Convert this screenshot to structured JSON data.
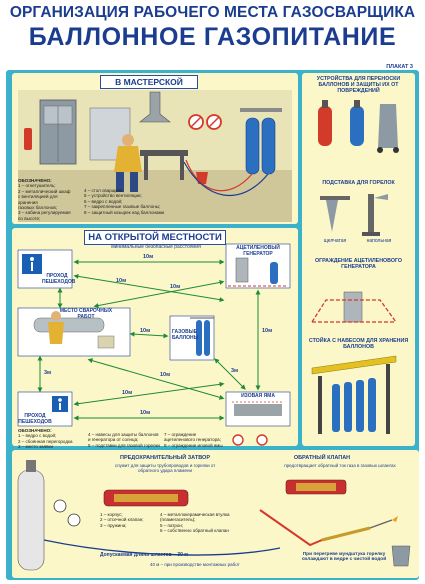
{
  "header": {
    "title_line1": "ОРГАНИЗАЦИЯ РАБОЧЕГО МЕСТА ГАЗОСВАРЩИКА",
    "title_line2": "БАЛЛОННОЕ ГАЗОПИТАНИЕ",
    "poster_number": "ПЛАКАТ 3"
  },
  "workshop": {
    "title": "В МАСТЕРСКОЙ",
    "notes_left": [
      "ОБОЗНАЧЕНО:",
      "1 – огнетушитель;",
      "2 – металлический шкаф",
      "с вентиляцией для",
      "хранения",
      "газовых баллонов;",
      "3 – кабина регулируемая",
      "по высоте;"
    ],
    "notes_right": [
      "4 – стол сварщика;",
      "5 – устройство вентиляции;",
      "6 – ведро с водой;",
      "7 – закрепленные газовые баллоны;",
      "8 – защитный козырек над баллонами"
    ]
  },
  "outdoor": {
    "title": "НА ОТКРЫТОЙ МЕСТНОСТИ",
    "subtitle": "минимальные безопасные расстояния",
    "labels": {
      "pedestrian_top": "ПРОХОД ПЕШЕХОДОВ",
      "generator": "АЦЕТИЛЕНОВЫЙ ГЕНЕРАТОР",
      "welding_place": "МЕСТО СВАРОЧНЫХ РАБОТ",
      "gas_cylinders": "ГАЗОВЫЕ БАЛЛОНЫ",
      "pedestrian_bottom": "ПРОХОД ПЕШЕХОДОВ",
      "pit": "ИЗОВАЯ ЯМА"
    },
    "distances": [
      "10м",
      "10м",
      "10м",
      "10м",
      "10м",
      "10м",
      "3м",
      "3м",
      "10м",
      "10м"
    ],
    "notes_col1": [
      "ОБОЗНАЧЕНО:",
      "1 – ведро с водой;",
      "2 – сбоянная перегородка",
      "3 – место заявки"
    ],
    "notes_col2": [
      "4 – навесы для защиты баллонов",
      "и генератора от солнца;",
      "5 – подставки для газовой горелки"
    ],
    "notes_col3": [
      "7 – ограждение",
      "ацетиленового генератора;",
      "8 – ограждение иловой ямы"
    ]
  },
  "sidebar": {
    "cap_title": "УСТРОЙСТВА ДЛЯ ПЕРЕНОСКИ БАЛЛОНОВ И ЗАЩИТЫ ИХ ОТ ПОВРЕЖДЕНИЙ",
    "stand_title": "ПОДСТАВКА ДЛЯ ГОРЕЛОК",
    "stand_wall": "щелчатая",
    "stand_floor": "напольная",
    "fence_title": "ОГРАЖДЕНИЕ АЦЕТИЛЕНОВОГО ГЕНЕРАТОРА",
    "rack_title": "СТОЙКА С НАВЕСОМ ДЛЯ ХРАНЕНИЯ БАЛЛОНОВ"
  },
  "bottom": {
    "valve_title": "ПРЕДОХРАНИТЕЛЬНЫЙ ЗАТВОР",
    "valve_sub": "служит для защиты трубопроводов и горелки от обратного удара пламени",
    "valve_parts_left": [
      "1 – корпус;",
      "2 – отсечной клапан;",
      "3 – пружина;"
    ],
    "valve_parts_right": [
      "4 – металлокерамическая втулка",
      "(пламегаситель);",
      "5 – патрон;",
      "6 – собственно обратный клапан"
    ],
    "check_title": "ОБРАТНЫЙ КЛАПАН",
    "check_sub": "предотвращает обратный ток газа в газовых шлангах",
    "hose_length": "Допускаемая длина шлангов – 30 м",
    "distance_note": "40 м – при производстве монтажных работ",
    "cooling_note": "При перегреве мундштука горелку охлаждают в ведре с чистой водой"
  },
  "colors": {
    "title_blue": "#1b3d8f",
    "frame_teal": "#3bb2c9",
    "panel_cream": "#fbf7c8",
    "arrow_green": "#1e8a3a",
    "cylinder_blue": "#2a6fc0",
    "cylinder_red": "#d23a2a"
  }
}
